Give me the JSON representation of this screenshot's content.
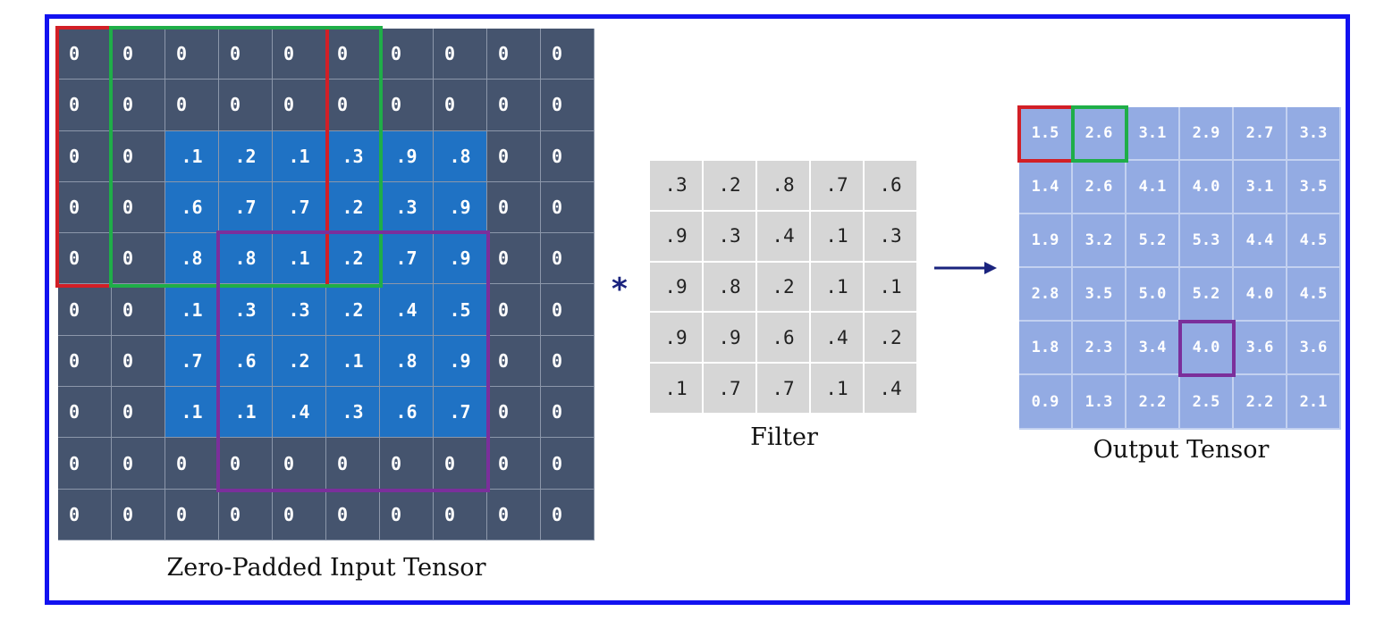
{
  "input_tensor": {
    "caption": "Zero-Padded Input Tensor",
    "rows": [
      [
        "0",
        "0",
        "0",
        "0",
        "0",
        "0",
        "0",
        "0",
        "0",
        "0"
      ],
      [
        "0",
        "0",
        "0",
        "0",
        "0",
        "0",
        "0",
        "0",
        "0",
        "0"
      ],
      [
        "0",
        "0",
        ".1",
        ".2",
        ".1",
        ".3",
        ".9",
        ".8",
        "0",
        "0"
      ],
      [
        "0",
        "0",
        ".6",
        ".7",
        ".7",
        ".2",
        ".3",
        ".9",
        "0",
        "0"
      ],
      [
        "0",
        "0",
        ".8",
        ".8",
        ".1",
        ".2",
        ".7",
        ".9",
        "0",
        "0"
      ],
      [
        "0",
        "0",
        ".1",
        ".3",
        ".3",
        ".2",
        ".4",
        ".5",
        "0",
        "0"
      ],
      [
        "0",
        "0",
        ".7",
        ".6",
        ".2",
        ".1",
        ".8",
        ".9",
        "0",
        "0"
      ],
      [
        "0",
        "0",
        ".1",
        ".1",
        ".4",
        ".3",
        ".6",
        ".7",
        "0",
        "0"
      ],
      [
        "0",
        "0",
        "0",
        "0",
        "0",
        "0",
        "0",
        "0",
        "0",
        "0"
      ],
      [
        "0",
        "0",
        "0",
        "0",
        "0",
        "0",
        "0",
        "0",
        "0",
        "0"
      ]
    ]
  },
  "operator": "*",
  "filter": {
    "caption": "Filter",
    "rows": [
      [
        ".3",
        ".2",
        ".8",
        ".7",
        ".6"
      ],
      [
        ".9",
        ".3",
        ".4",
        ".1",
        ".3"
      ],
      [
        ".9",
        ".8",
        ".2",
        ".1",
        ".1"
      ],
      [
        ".9",
        ".9",
        ".6",
        ".4",
        ".2"
      ],
      [
        ".1",
        ".7",
        ".7",
        ".1",
        ".4"
      ]
    ]
  },
  "output_tensor": {
    "caption": "Output Tensor",
    "rows": [
      [
        "1.5",
        "2.6",
        "3.1",
        "2.9",
        "2.7",
        "3.3"
      ],
      [
        "1.4",
        "2.6",
        "4.1",
        "4.0",
        "3.1",
        "3.5"
      ],
      [
        "1.9",
        "3.2",
        "5.2",
        "5.3",
        "4.4",
        "4.5"
      ],
      [
        "2.8",
        "3.5",
        "5.0",
        "5.2",
        "4.0",
        "4.5"
      ],
      [
        "1.8",
        "2.3",
        "3.4",
        "4.0",
        "3.6",
        "3.6"
      ],
      [
        "0.9",
        "1.3",
        "2.2",
        "2.5",
        "2.2",
        "2.1"
      ]
    ]
  },
  "highlights": [
    {
      "color": "#d21f26",
      "input_row": 0,
      "input_col": 0,
      "output_row": 0,
      "output_col": 0
    },
    {
      "color": "#1fae48",
      "input_row": 0,
      "input_col": 1,
      "output_row": 0,
      "output_col": 1
    },
    {
      "color": "#7b2f9b",
      "input_row": 4,
      "input_col": 3,
      "output_row": 4,
      "output_col": 3
    }
  ],
  "colors": {
    "frame": "#1212f0",
    "padding_cell": "#45546e",
    "input_cell": "#1f72c4",
    "filter_cell": "#d6d6d6",
    "output_cell": "#93abe3",
    "arrow": "#1a237e"
  }
}
